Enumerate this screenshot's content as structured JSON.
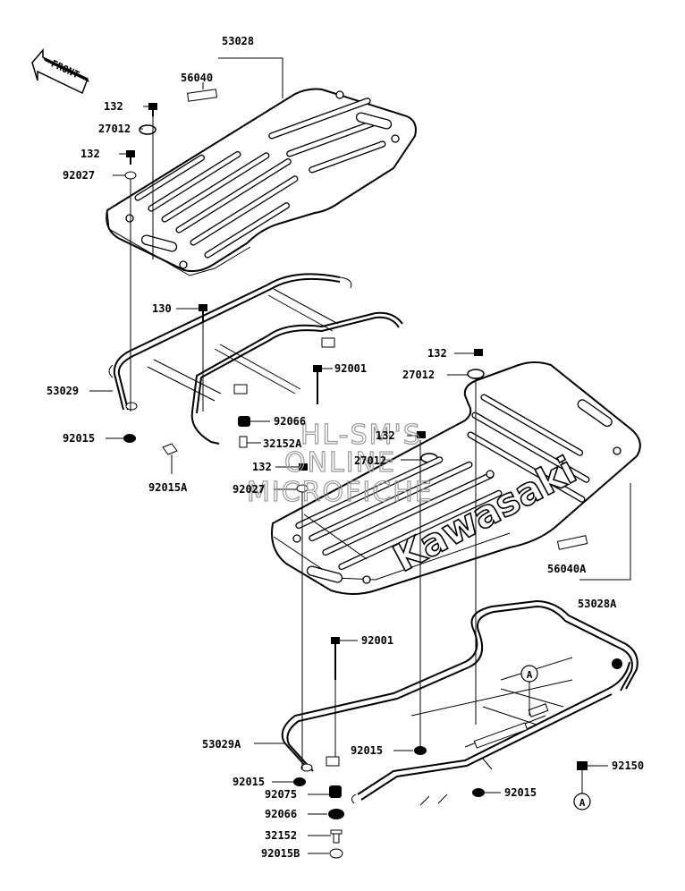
{
  "front_arrow": {
    "text": "FRONT"
  },
  "callouts": {
    "c53028": "53028",
    "c56040": "56040",
    "c132_a": "132",
    "c27012_a": "27012",
    "c132_b": "132",
    "c92027_a": "92027",
    "c130": "130",
    "c53029": "53029",
    "c92015_a": "92015",
    "c92015A": "92015A",
    "c132_c": "132",
    "c27012_b": "27012",
    "c92001_a": "92001",
    "c92066_a": "92066",
    "c132_d": "132",
    "c32152A": "32152A",
    "c27012_c": "27012",
    "c132_e": "132",
    "c92027_b": "92027",
    "c56040A": "56040A",
    "c53028A": "53028A",
    "c92001_b": "92001",
    "c53029A": "53029A",
    "c92015_b": "92015",
    "c92015_c": "92015",
    "c92015_d": "92015",
    "c92075": "92075",
    "c92066_b": "92066",
    "c32152": "32152",
    "c92015B": "92015B",
    "c92150": "92150",
    "ref_a_top": "A",
    "ref_a_bottom": "A"
  },
  "brand_text": "Kawasaki",
  "watermark": {
    "line1": "HL-SM'S",
    "line2": "ONLINE",
    "line3": "MICROFICHE"
  }
}
